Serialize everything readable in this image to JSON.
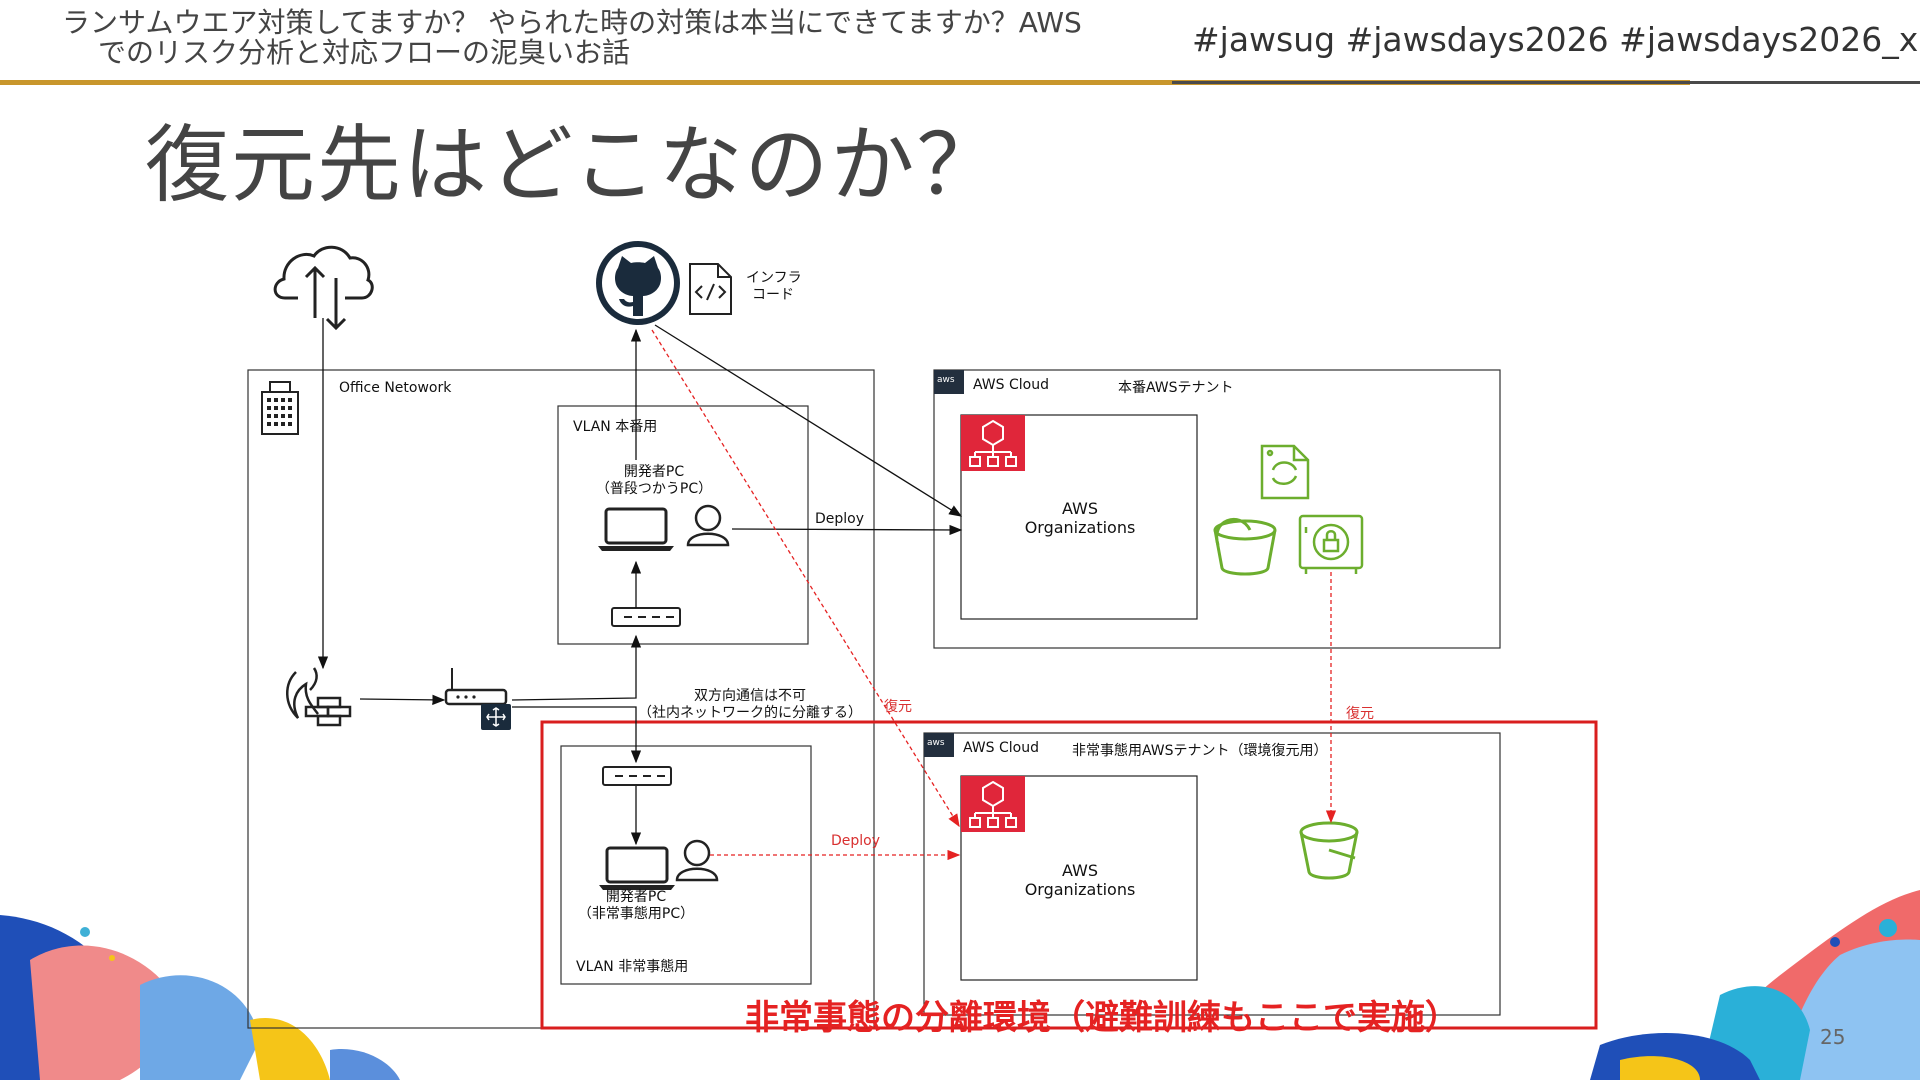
{
  "header": {
    "title_line1": "ランサムウエア対策してますか？ やられた時の対策は本当にできてますか？AWS",
    "title_line2": "でのリスク分析と対応フローの泥臭いお話",
    "hashtags": "#jawsug #jawsdays2026 #jawsdays2026_x"
  },
  "slide": {
    "title": "復元先はどこなのか？",
    "page_number": "25"
  },
  "diagram": {
    "infra_code_label_line1": "インフラ",
    "infra_code_label_line2": "コード",
    "office_network_label": "Office Netowork",
    "vlan_prod_label": "VLAN 本番用",
    "dev_pc_label_line1": "開発者PC",
    "dev_pc_label_line2": "（普段つかうPC）",
    "deploy_label": "Deploy",
    "no_bidirectional_line1": "双方向通信は不可",
    "no_bidirectional_line2": "（社内ネットワーク的に分離する）",
    "restore_label": "復元",
    "aws_cloud_label": "AWS Cloud",
    "prod_tenant_label": "本番AWSテナント",
    "aws_org_label_line1": "AWS",
    "aws_org_label_line2": "Organizations",
    "emergency_tenant_label": "非常事態用AWSテナント（環境復元用）",
    "emergency_pc_label_line1": "開発者PC",
    "emergency_pc_label_line2": "（非常事態用PC）",
    "vlan_emergency_label": "VLAN 非常事態用",
    "emergency_env_caption": "非常事態の分離環境（避難訓練もここで実施）",
    "aws_logo_text": "aws"
  },
  "colors": {
    "accent_gold": "#c8962c",
    "org_red": "#e0263a",
    "storage_green": "#6cae2e",
    "restore_red": "#e52222"
  }
}
